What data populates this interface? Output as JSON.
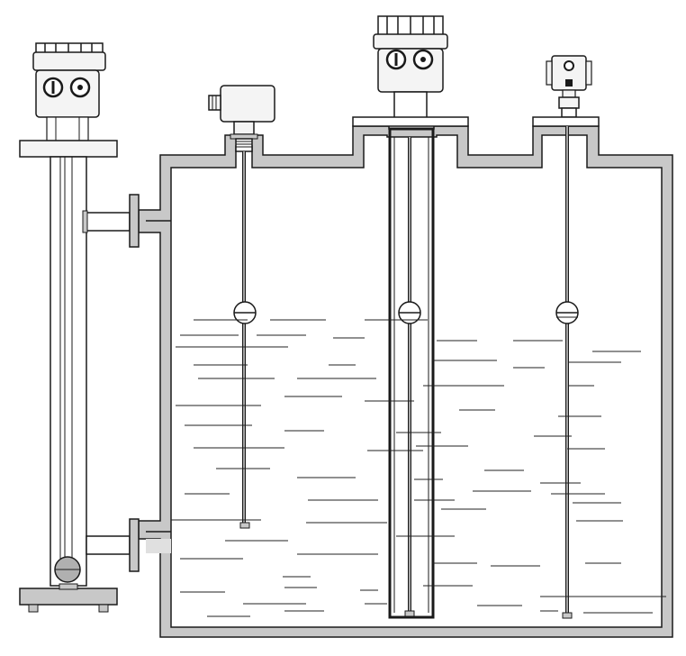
{
  "diagram": {
    "instruments": [
      {
        "name": "bypass-magnetic-level-gauge",
        "icon": "side-mounted-chamber-gauge"
      },
      {
        "name": "float-level-switch",
        "icon": "top-mounted-float-switch"
      },
      {
        "name": "stilling-well-float-transmitter",
        "icon": "top-mounted-transmitter"
      },
      {
        "name": "magnetostrictive-level-transmitter",
        "icon": "top-mounted-transmitter"
      }
    ],
    "colors": {
      "outline": "#1a1a1a",
      "tank_wall": "#c8c8c8",
      "housing": "#f4f4f4",
      "liquid_lines": "#222222",
      "background": "#ffffff"
    }
  }
}
